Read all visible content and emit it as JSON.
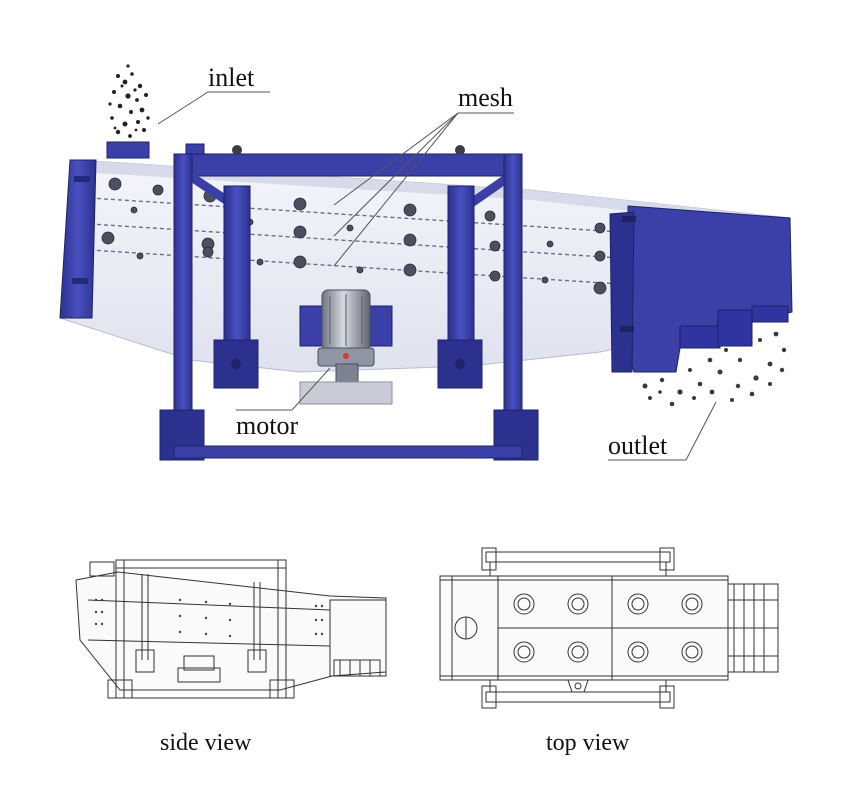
{
  "labels": {
    "inlet": "inlet",
    "mesh": "mesh",
    "motor": "motor",
    "outlet": "outlet",
    "side_view": "side view",
    "top_view": "top view"
  },
  "colors": {
    "frame_blue": "#3b40a8",
    "frame_dark": "#262a7a",
    "screen_body": "#eef0f8",
    "motor_grey": "#9aa0ad",
    "line_drawing": "#333333"
  }
}
